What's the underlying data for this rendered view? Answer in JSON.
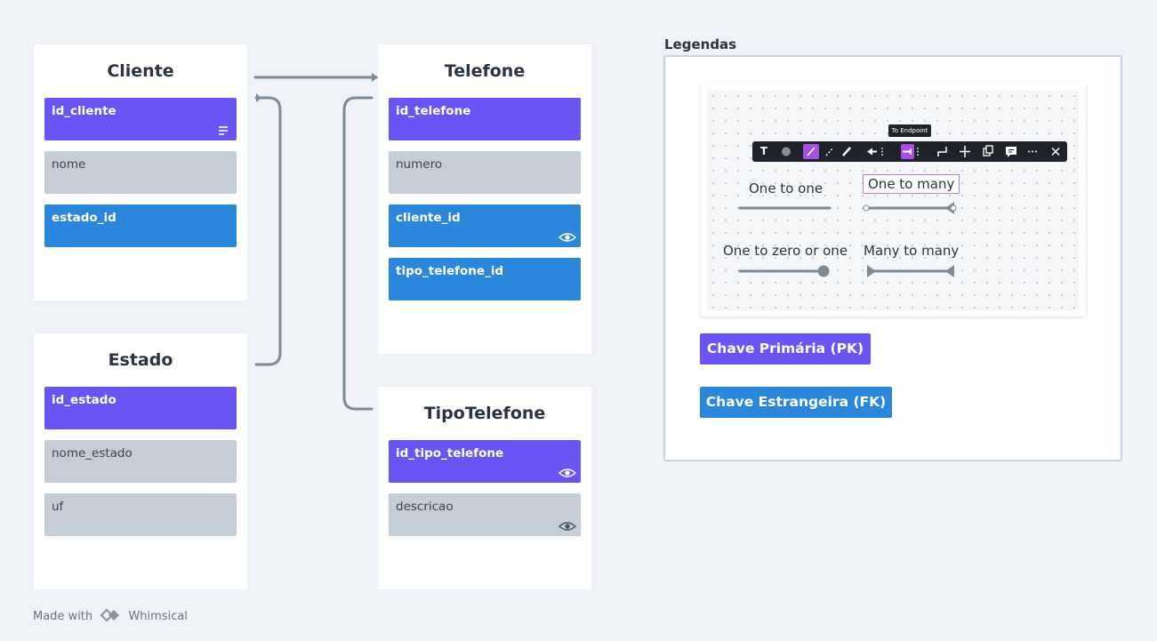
{
  "entities": {
    "cliente": {
      "title": "Cliente",
      "fields": [
        "id_cliente",
        "nome",
        "estado_id"
      ]
    },
    "estado": {
      "title": "Estado",
      "fields": [
        "id_estado",
        "nome_estado",
        "uf"
      ]
    },
    "telefone": {
      "title": "Telefone",
      "fields": [
        "id_telefone",
        "numero",
        "cliente_id",
        "tipo_telefone_id"
      ]
    },
    "tipo_telefone": {
      "title": "TipoTelefone",
      "fields": [
        "id_tipo_telefone",
        "descricao"
      ]
    }
  },
  "legend": {
    "title": "Legendas",
    "tooltip": "To Endpoint",
    "relations": [
      "One to one",
      "One to many",
      "One to zero or one",
      "Many to many"
    ],
    "pk_label": "Chave Primária (PK)",
    "fk_label": "Chave Estrangeira (FK)"
  },
  "footer": {
    "made_with": "Made with",
    "brand": "Whimsical"
  },
  "colors": {
    "primary_key": "#6a55f4",
    "foreign_key": "#2b87db",
    "attribute": "#c5ced6",
    "connector": "#7d8b98",
    "background": "#eff2f6"
  },
  "icons": [
    "notes-icon",
    "eye-icon",
    "whimsical-logo-icon"
  ]
}
